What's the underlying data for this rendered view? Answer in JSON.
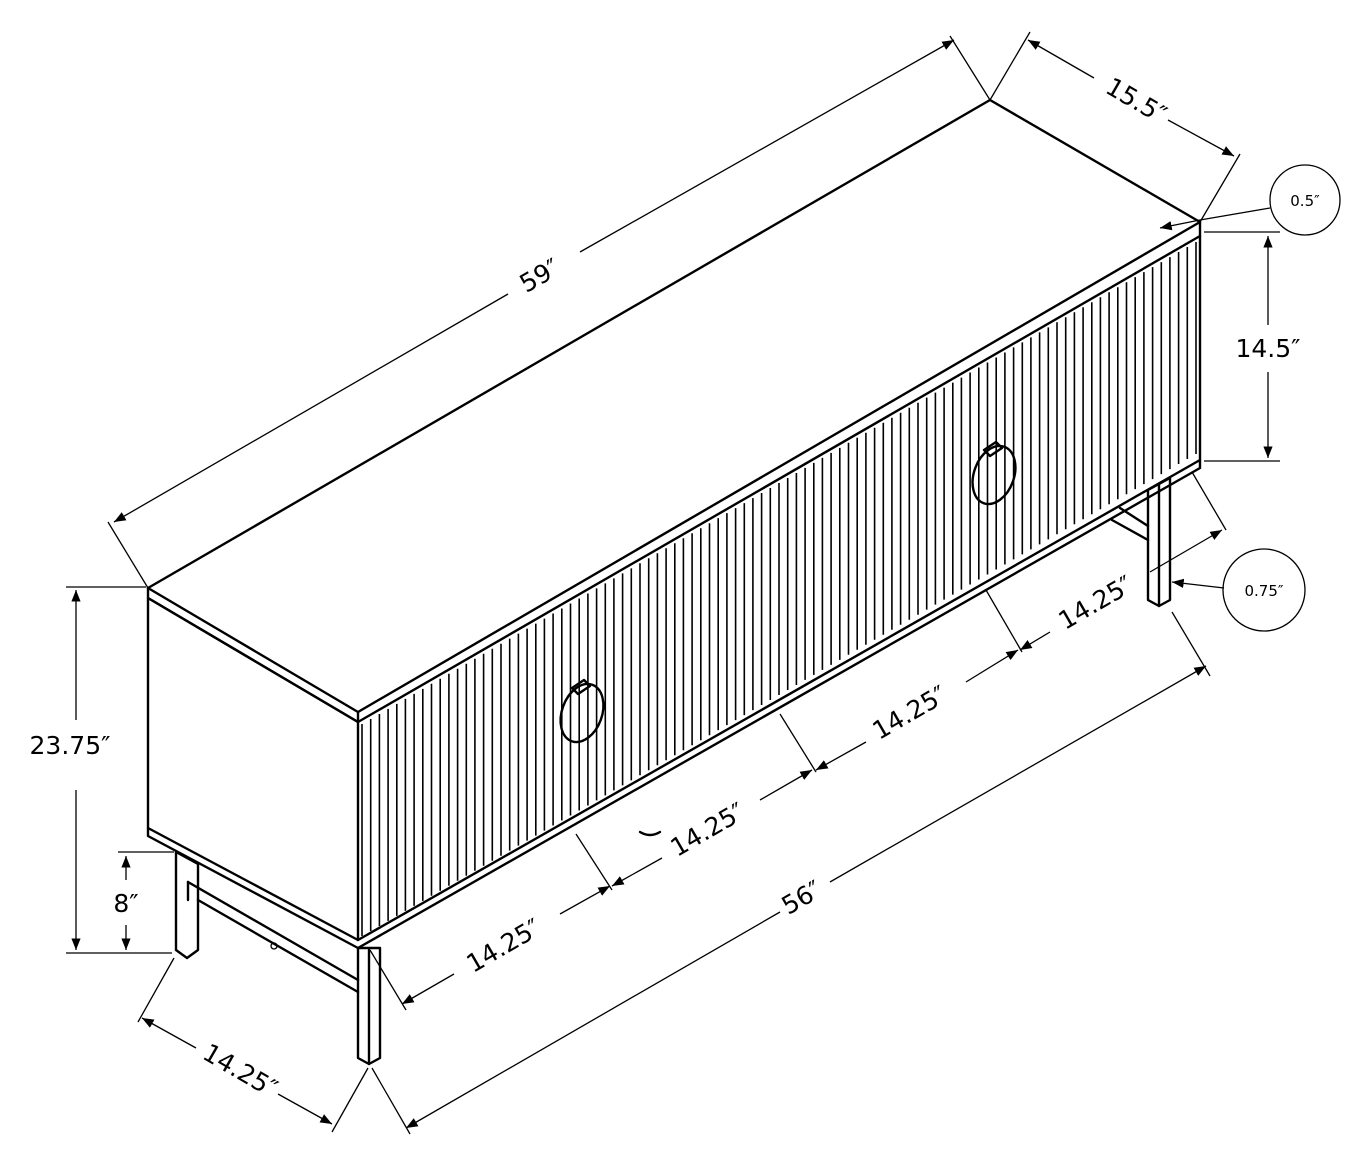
{
  "drawing": {
    "subject": "TV console with fluted doors and metal legs",
    "units": "inches",
    "dimensions": {
      "overall_width": "59″",
      "depth": "15.5″",
      "top_thickness": "0.5″",
      "cabinet_height": "14.5″",
      "leg_thickness": "0.75″",
      "overall_height": "23.75″",
      "leg_height": "8″",
      "leg_depth": "14.25″",
      "leg_span_width": "56″",
      "door_1_width": "14.25″",
      "door_2_width": "14.25″",
      "door_3_width": "14.25″",
      "door_4_width": "14.25″"
    }
  }
}
